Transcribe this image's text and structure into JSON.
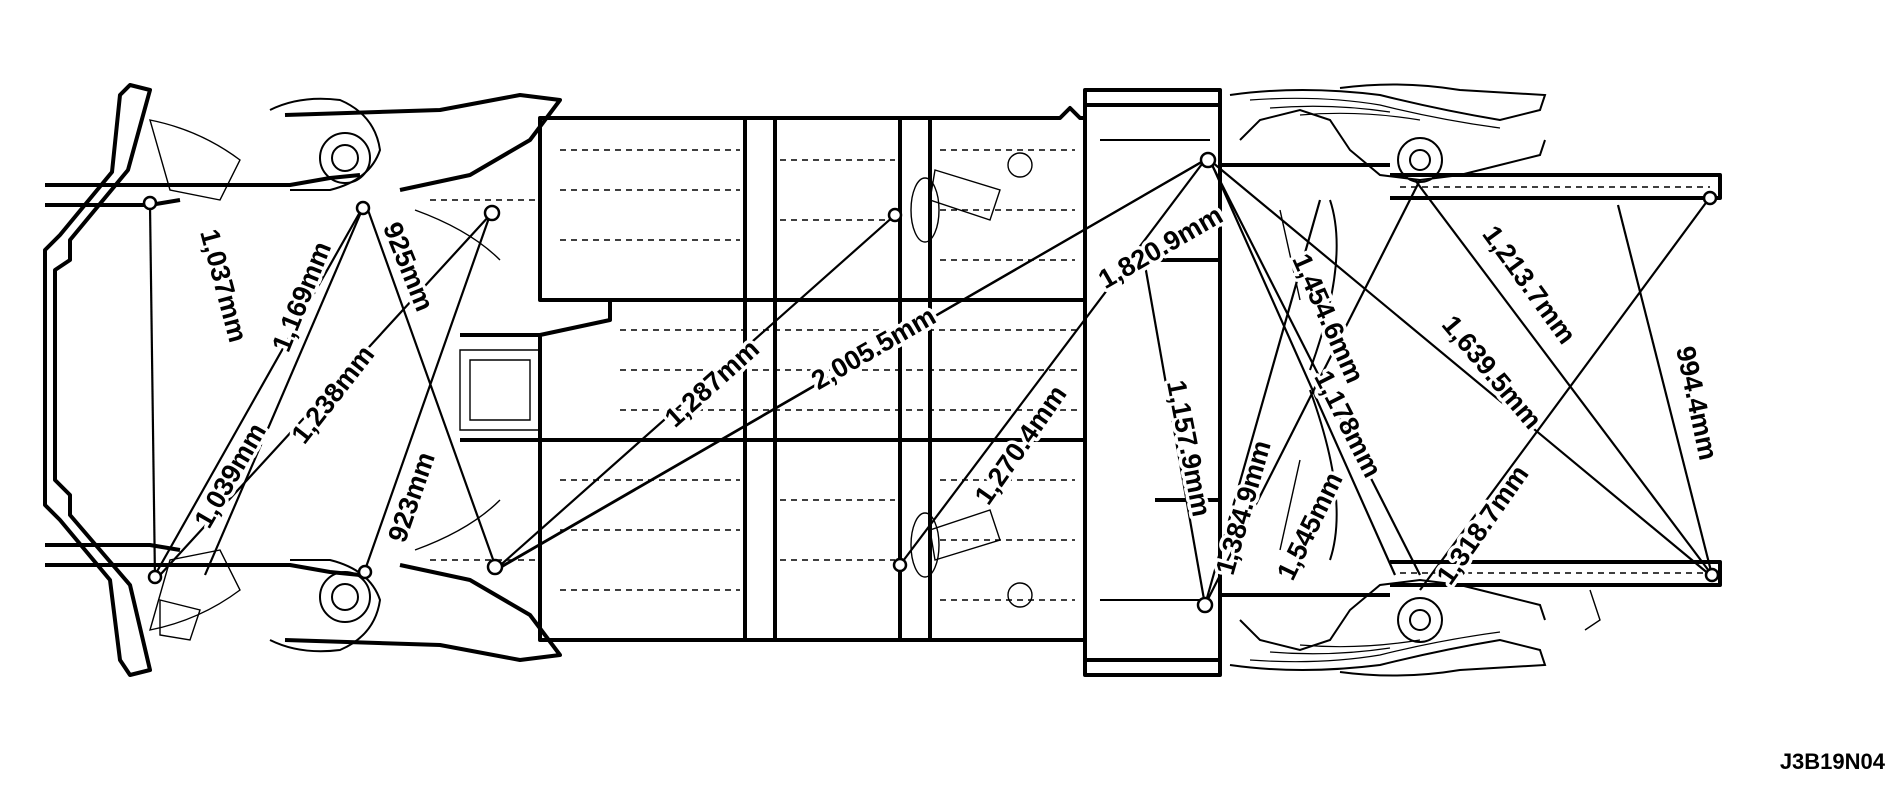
{
  "figure_code": "J3B19N04",
  "dimensions": [
    {
      "id": "d1",
      "label": "1,037mm",
      "from": "front-left-rail-upper",
      "to": "front-left-rail-lower"
    },
    {
      "id": "d2",
      "label": "1,169mm",
      "from": "front-strut-upper",
      "to": "front-rail-lower"
    },
    {
      "id": "d3",
      "label": "925mm",
      "from": "front-strut-upper",
      "to": "cowl-lower"
    },
    {
      "id": "d4",
      "label": "1,238mm",
      "from": "cowl-upper",
      "to": "front-rail-lower"
    },
    {
      "id": "d5",
      "label": "1,039mm",
      "from": "front-strut-upper",
      "to": "front-rail-lower"
    },
    {
      "id": "d6",
      "label": "923mm",
      "from": "cowl-upper",
      "to": "front-strut-lower"
    },
    {
      "id": "d7",
      "label": "1,287mm",
      "from": "cowl-lower",
      "to": "center-upper"
    },
    {
      "id": "d8",
      "label": "2,005.5mm",
      "from": "cowl-lower",
      "to": "rear-upper"
    },
    {
      "id": "d9",
      "label": "1,270.4mm",
      "from": "center-lower",
      "to": "rear-upper"
    },
    {
      "id": "d10",
      "label": "1,820.9mm",
      "from": "cowl-lower",
      "to": "rear-upper"
    },
    {
      "id": "d11",
      "label": "1,157.9mm",
      "from": "rear-upper-left",
      "to": "rear-lower"
    },
    {
      "id": "d12",
      "label": "1,454.6mm",
      "from": "rear-upper",
      "to": "rear-rail-lower"
    },
    {
      "id": "d13",
      "label": "1,178mm",
      "from": "rear-upper",
      "to": "rear-wheel-lower"
    },
    {
      "id": "d14",
      "label": "1,384.9mm",
      "from": "rear-lower",
      "to": "rear-upper-mid"
    },
    {
      "id": "d15",
      "label": "1,545mm",
      "from": "rear-lower",
      "to": "rear-upper-wheel"
    },
    {
      "id": "d16",
      "label": "1,639.5mm",
      "from": "rear-upper",
      "to": "rear-end-lower"
    },
    {
      "id": "d17",
      "label": "1,213.7mm",
      "from": "rear-wheel-upper",
      "to": "rear-end-lower"
    },
    {
      "id": "d18",
      "label": "1,318.7mm",
      "from": "rear-lower-wheel",
      "to": "rear-end-upper"
    },
    {
      "id": "d19",
      "label": "994.4mm",
      "from": "rear-end-upper-inner",
      "to": "rear-end-lower"
    }
  ]
}
